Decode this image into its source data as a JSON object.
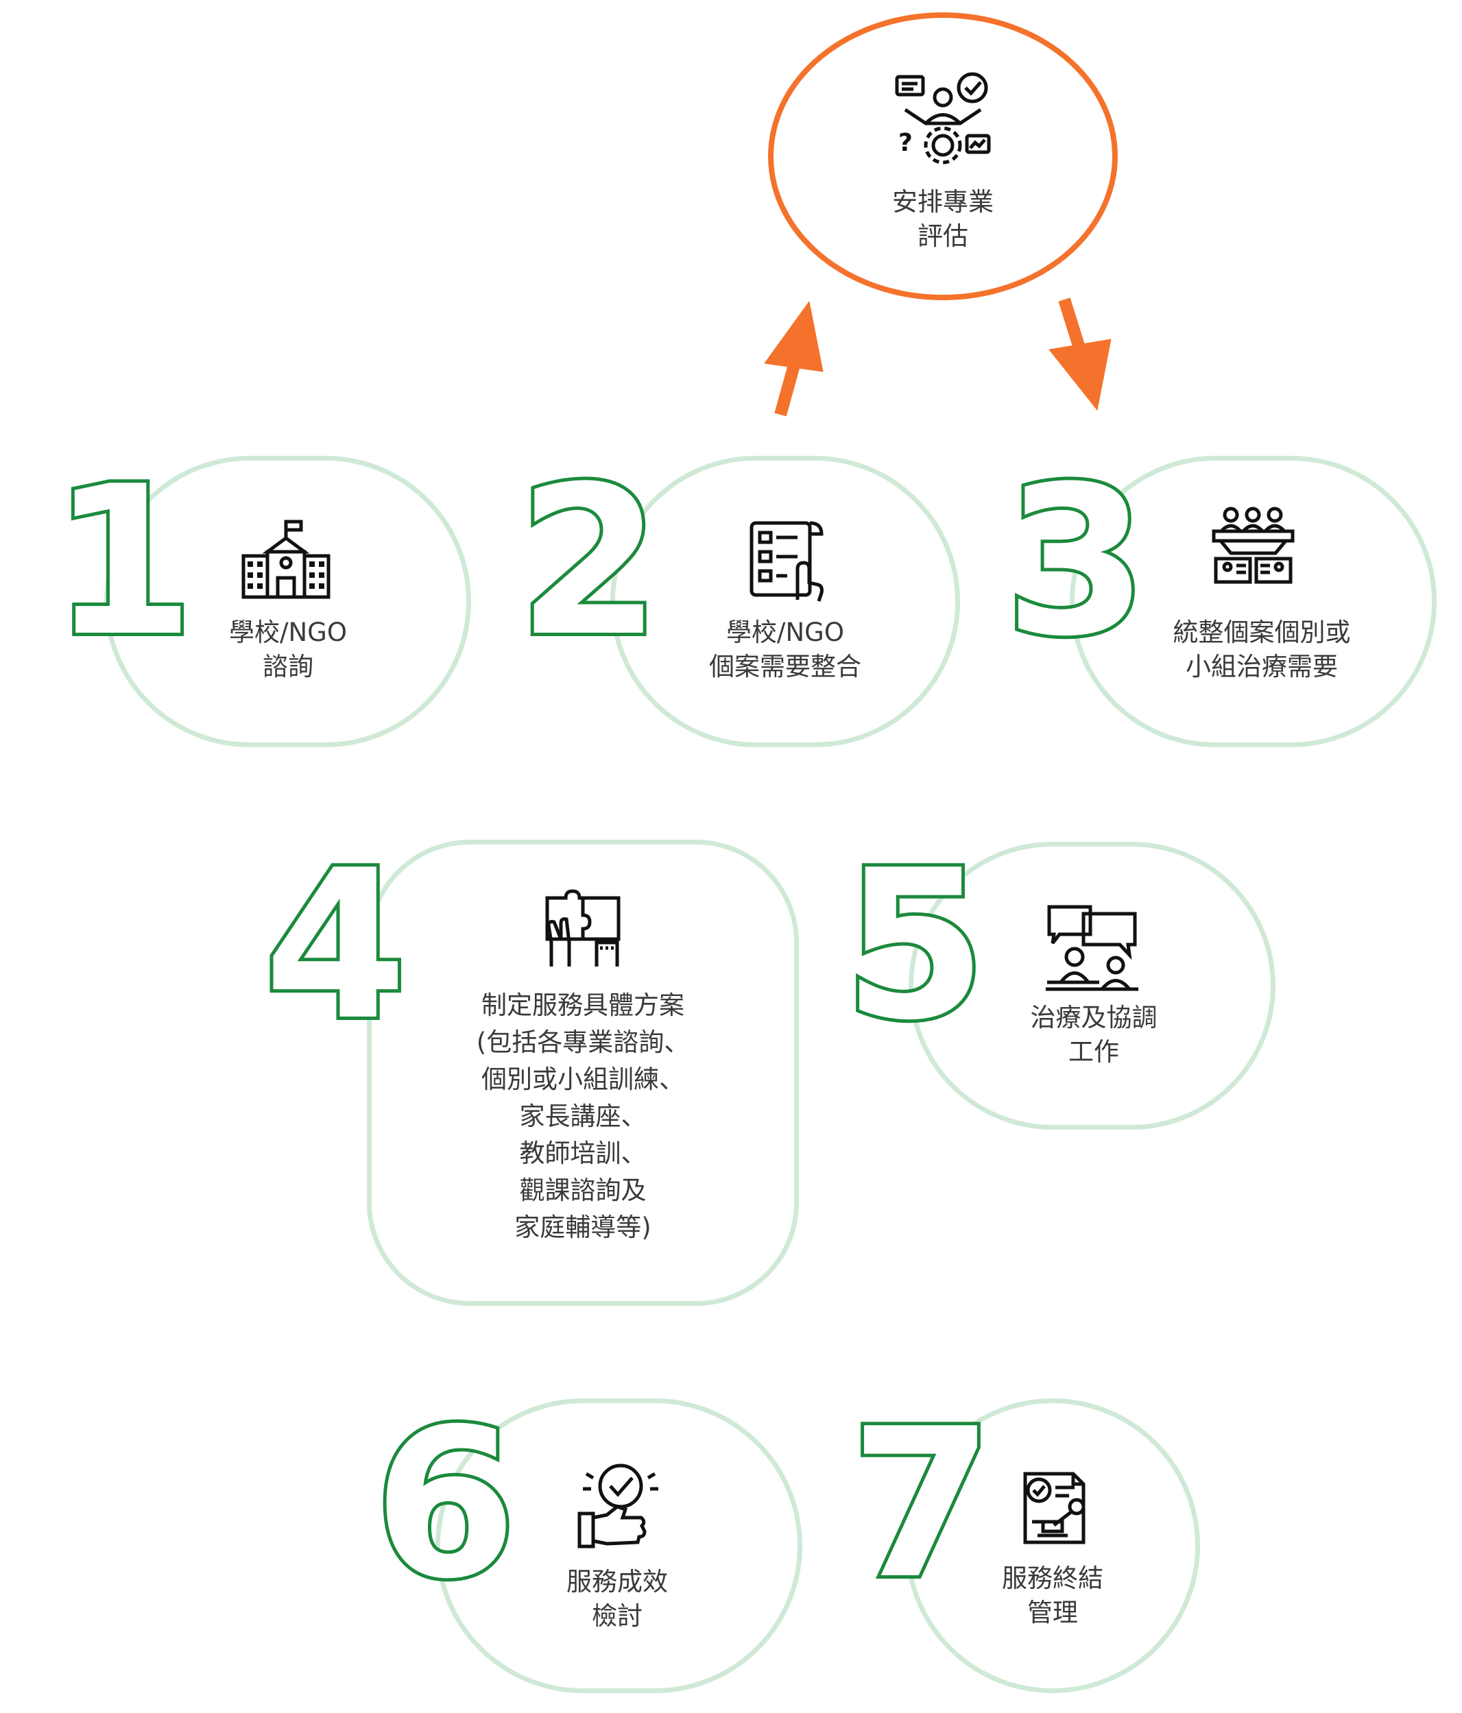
{
  "colors": {
    "accent_green": "#1b8a3c",
    "pill_border": "#cfe9d6",
    "accent_orange": "#f4722b",
    "text": "#3a3a3a"
  },
  "assessment": {
    "icon": "consultant-gear-icon",
    "label": "安排專業\n評估"
  },
  "steps": [
    {
      "number": "1",
      "icon": "school-icon",
      "label": "學校/NGO\n諮詢"
    },
    {
      "number": "2",
      "icon": "checklist-hand-icon",
      "label": "學校/NGO\n個案需要整合"
    },
    {
      "number": "3",
      "icon": "group-meeting-icon",
      "label": "統整個案個別或\n小組治療需要"
    },
    {
      "number": "4",
      "icon": "puzzle-hands-icon",
      "label": "制定服務具體方案\n(包括各專業諮詢、\n個別或小組訓練、\n家長講座、\n教師培訓、\n觀課諮詢及\n家庭輔導等)"
    },
    {
      "number": "5",
      "icon": "conversation-icon",
      "label": "治療及協調\n工作"
    },
    {
      "number": "6",
      "icon": "approval-hand-icon",
      "label": "服務成效\n檢討"
    },
    {
      "number": "7",
      "icon": "document-stamp-icon",
      "label": "服務終結\n管理"
    }
  ]
}
